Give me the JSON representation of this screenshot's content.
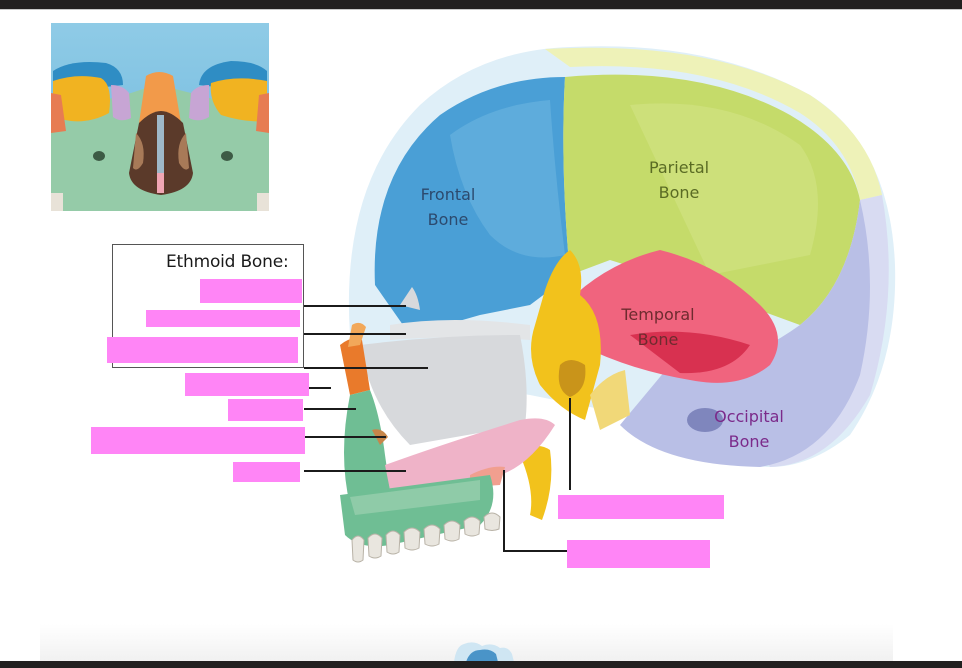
{
  "diagram": {
    "title": "Ethmoid Bone:",
    "colors": {
      "label_box": "#ff85f6",
      "frontal": "#4a9fd6",
      "parietal": "#c5db6a",
      "temporal": "#f0647e",
      "occipital": "#b9bfe6",
      "sphenoid": "#f2c21c",
      "ethmoid": "#d7d9dc",
      "maxilla": "#6fbe94",
      "nasal": "#e97a2b",
      "palatine": "#efb3c8",
      "leader_line": "#1b1b1b"
    },
    "bone_labels": {
      "frontal": {
        "line1": "Frontal",
        "line2": "Bone",
        "color": "#2c4a6e"
      },
      "parietal": {
        "line1": "Parietal",
        "line2": "Bone",
        "color": "#5a6b24"
      },
      "temporal": {
        "line1": "Temporal",
        "line2": "Bone",
        "color": "#6e2b2f"
      },
      "occipital": {
        "line1": "Occipital",
        "line2": "Bone",
        "color": "#7b2a8a"
      }
    },
    "answer_boxes": [
      {
        "id": "ethmoid-1",
        "value": ""
      },
      {
        "id": "ethmoid-2",
        "value": ""
      },
      {
        "id": "ethmoid-3",
        "value": ""
      },
      {
        "id": "nasal",
        "value": ""
      },
      {
        "id": "maxilla-1",
        "value": ""
      },
      {
        "id": "maxilla-2",
        "value": ""
      },
      {
        "id": "palatine",
        "value": ""
      },
      {
        "id": "sphenoid-right",
        "value": ""
      },
      {
        "id": "vomer-right",
        "value": ""
      }
    ]
  }
}
